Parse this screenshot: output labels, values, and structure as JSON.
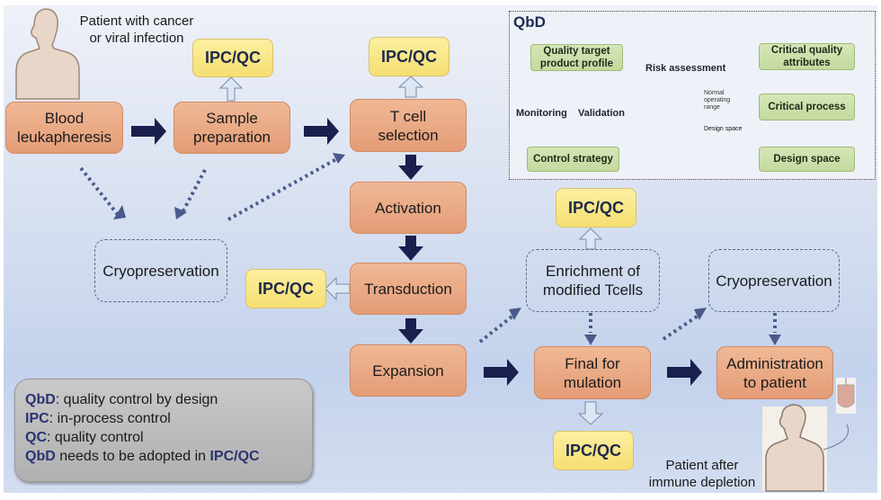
{
  "patient_top_label": [
    "Patient with cancer",
    "or viral infection"
  ],
  "patient_bottom_label": [
    "Patient after",
    "immune depletion"
  ],
  "steps": {
    "blood": [
      "Blood",
      "leukapheresis"
    ],
    "sample": [
      "Sample",
      "preparation"
    ],
    "tcell": [
      "T cell",
      "selection"
    ],
    "activation": "Activation",
    "transduction": "Transduction",
    "expansion": "Expansion",
    "final": [
      "Final for",
      "mulation"
    ],
    "administration": [
      "Administration",
      "to patient"
    ]
  },
  "optional_steps": {
    "cryo_left": "Cryopreservation",
    "enrichment": [
      "Enrichment of",
      "modified Tcells"
    ],
    "cryo_right": "Cryopreservation"
  },
  "qc_label": "IPC/QC",
  "qbd": {
    "title": "QbD",
    "nodes": {
      "qtpp": [
        "Quality target",
        "product profile"
      ],
      "cqa": [
        "Critical quality",
        "attributes"
      ],
      "cp": "Critical process",
      "ds": "Design space",
      "cs": "Control strategy"
    },
    "labels": {
      "risk": "Risk assessment",
      "monitoring": "Monitoring",
      "validation": "Validation",
      "normal": [
        "Normal",
        "operating",
        "range"
      ],
      "design_space": "Design space"
    },
    "colors": {
      "node": "#c9dca5",
      "arrow": "#4a5a8a"
    }
  },
  "legend": [
    {
      "key": "QbD",
      "text": ": quality control by design"
    },
    {
      "key": "IPC",
      "text": ": in-process control"
    },
    {
      "key": "QC",
      "text": ": quality control"
    },
    {
      "key": "QbD",
      "text": " needs to be adopted in ",
      "key2": "IPC/QC"
    }
  ],
  "colors": {
    "step": "#e9a581",
    "qc": "#f7e382",
    "flow_arrow": "#1a1f4e",
    "dotted_arrow": "#4a5a8a"
  }
}
